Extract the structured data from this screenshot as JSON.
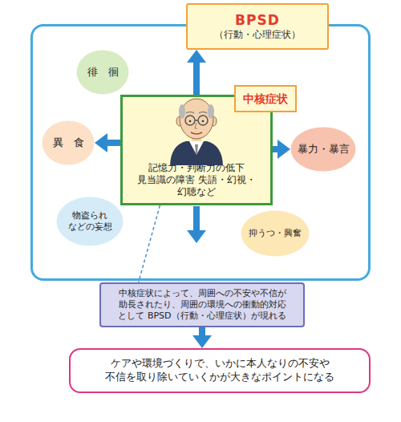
{
  "diagram": {
    "nodes": [
      {
        "text": [
          "BPSD",
          "（行動・心理症状）"
        ]
      },
      {
        "text": [
          "徘　徊"
        ]
      },
      {
        "text": [
          "中核症状"
        ]
      },
      {
        "text": [
          "記憶力・判断力の低下 見当識の障害 失語・幻視・幻聴など"
        ]
      },
      {
        "text": [
          "異　食"
        ]
      },
      {
        "text": [
          "暴力・暴言"
        ]
      },
      {
        "text": [
          "物盗られ などの妄想"
        ]
      },
      {
        "text": [
          "抑うつ・興奮"
        ]
      },
      {
        "text": [
          "中核症状によって、周囲への不安や不信が 助長されたり、周囲の環境への衝動的対応 として BPSD（行動・心理症状）が現れる"
        ]
      },
      {
        "text": [
          "ケアや環境づくりで、いかに本人なりの不安や 不信を取り除いていくかが大きなポイントになる"
        ]
      }
    ],
    "edges": [
      {
        "from": 3,
        "to": 0,
        "arrow": "to"
      },
      {
        "from": 3,
        "to": 4,
        "arrow": "to"
      },
      {
        "from": 3,
        "to": 5,
        "arrow": "to"
      },
      {
        "from": 3,
        "to": 8,
        "arrow": "none"
      },
      {
        "from": 8,
        "to": 9,
        "arrow": "to"
      }
    ]
  }
}
